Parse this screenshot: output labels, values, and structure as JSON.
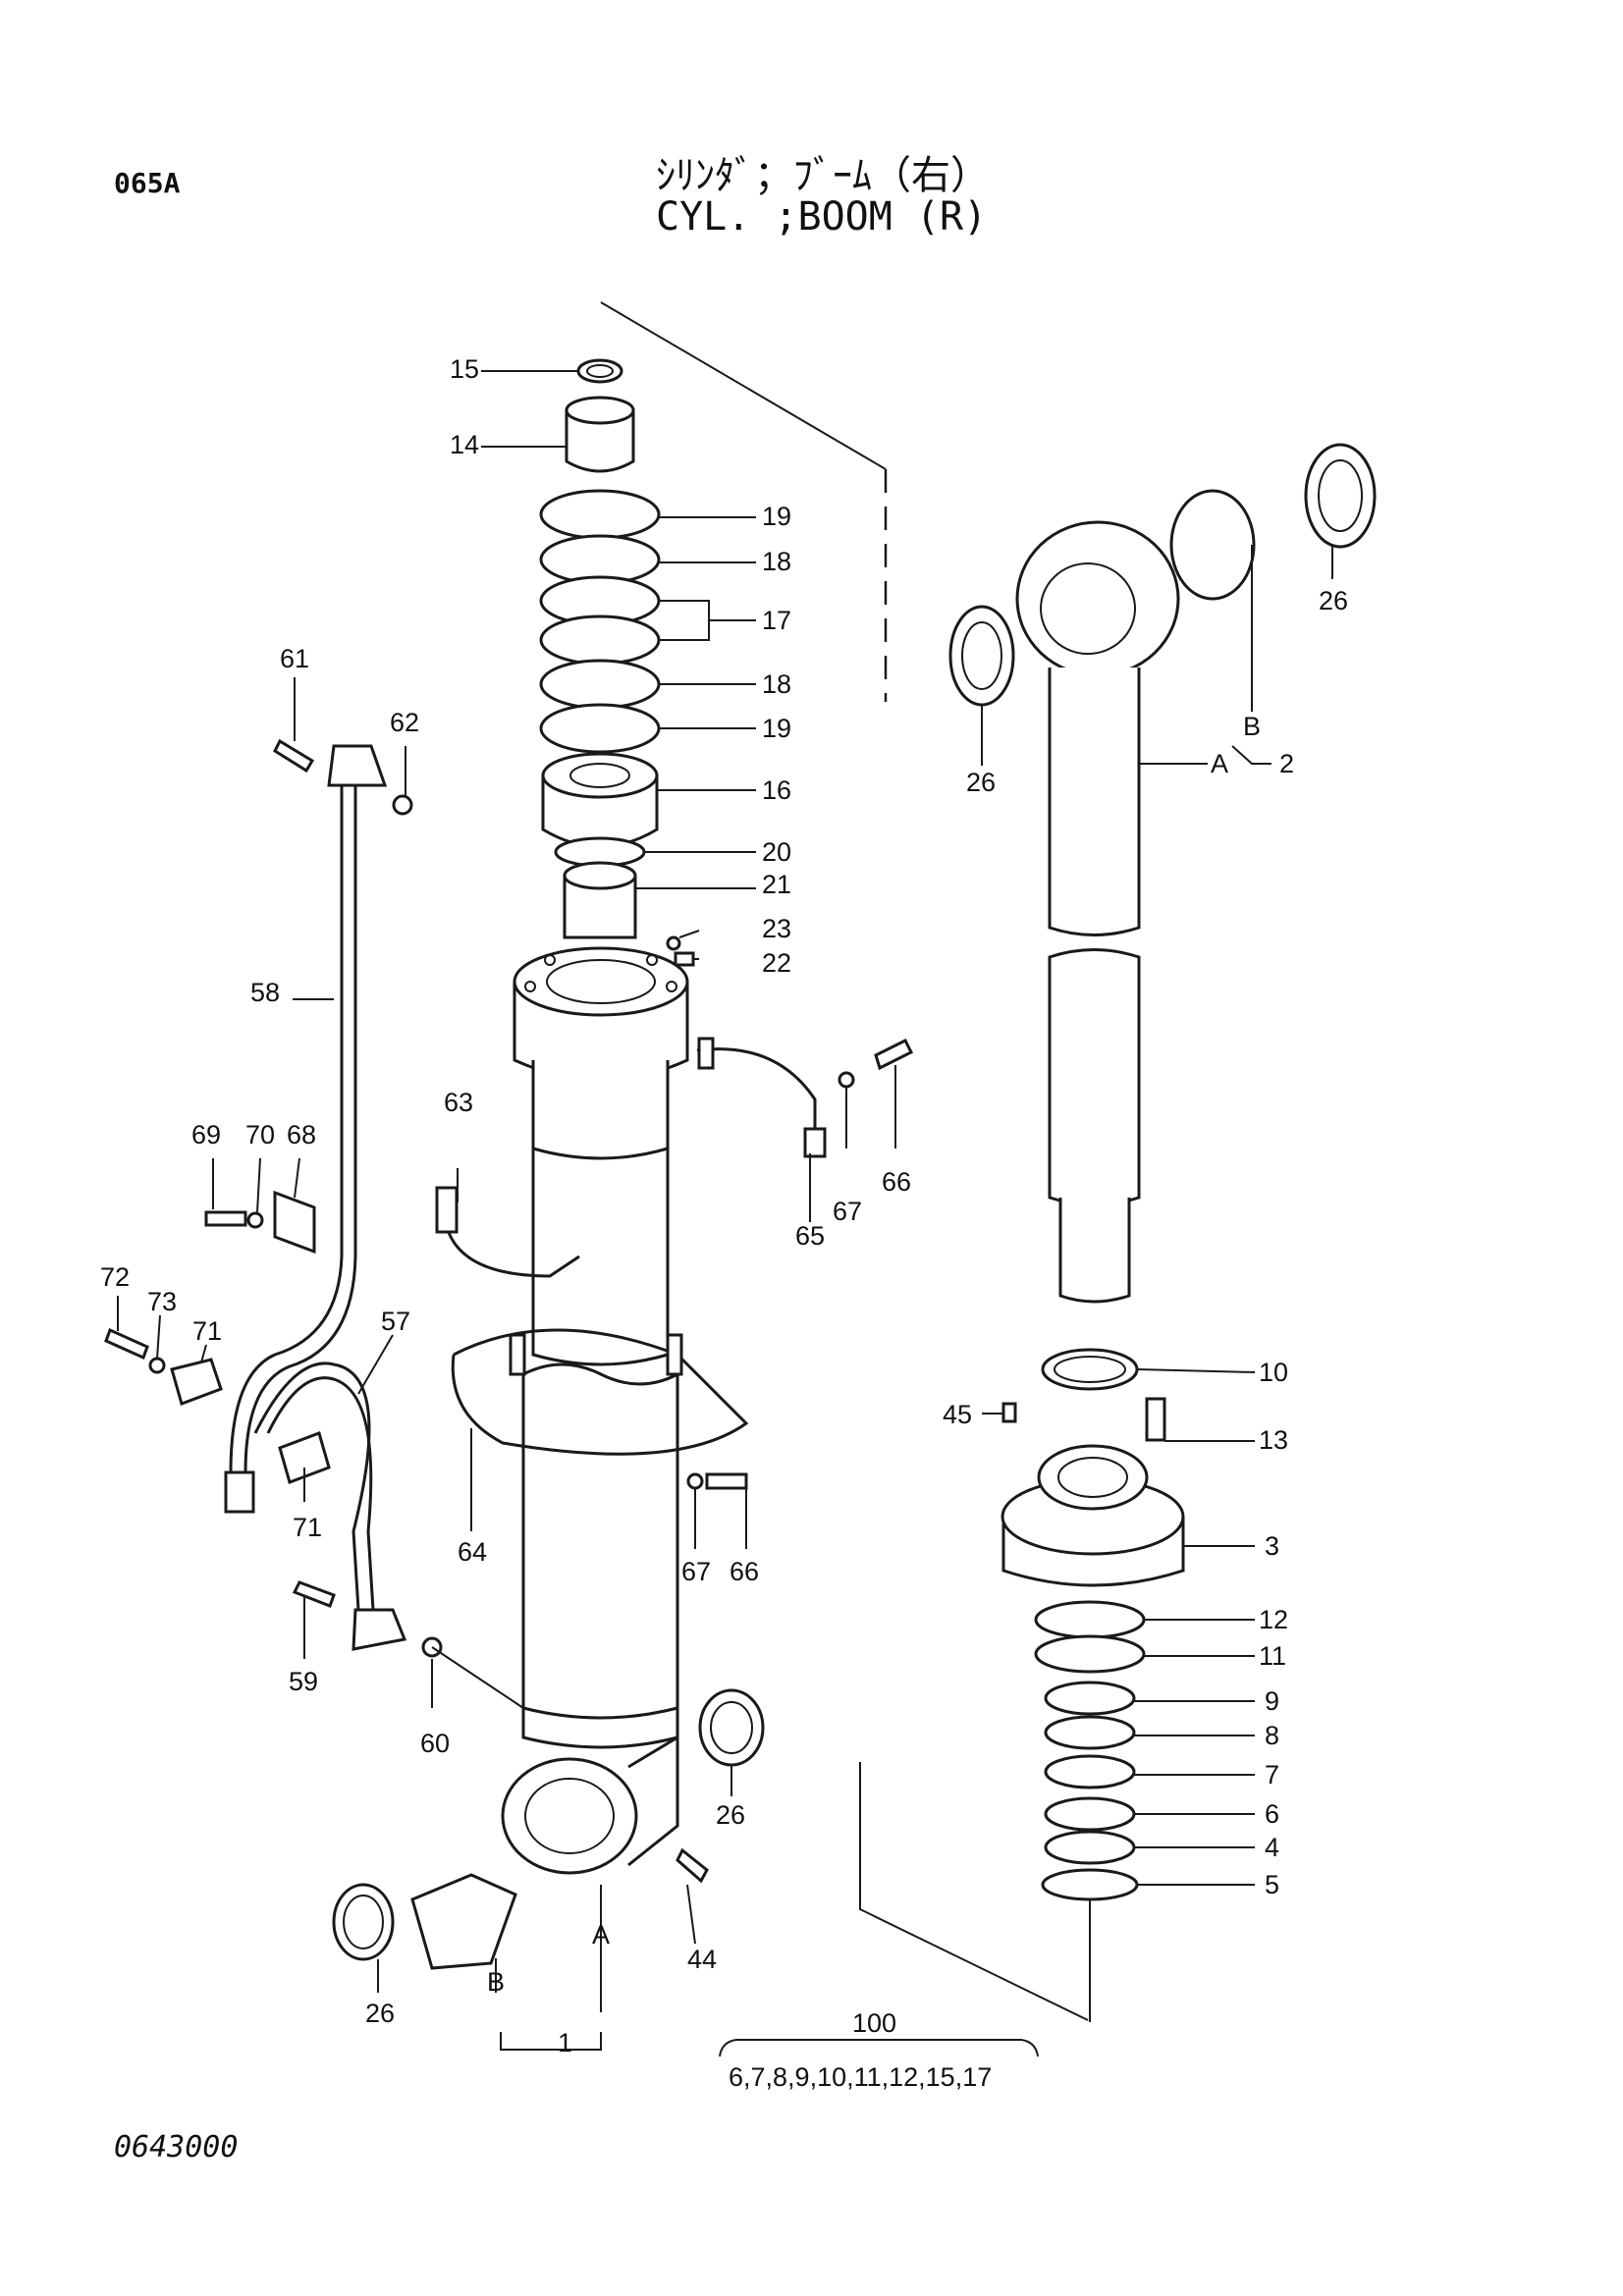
{
  "header": {
    "page_code": "065A",
    "title_jp": "ｼﾘﾝﾀﾞ；ﾌﾞｰﾑ（右）",
    "title_en": "CYL. ;BOOM (R)"
  },
  "footer": {
    "drawing_number": "0643000"
  },
  "callouts": {
    "p15": "15",
    "p14": "14",
    "p19a": "19",
    "p18a": "18",
    "p17": "17",
    "p18b": "18",
    "p19b": "19",
    "p16": "16",
    "p20": "20",
    "p21": "21",
    "p23": "23",
    "p22": "22",
    "p61": "61",
    "p62": "62",
    "p58": "58",
    "p63": "63",
    "p69": "69",
    "p70": "70",
    "p68": "68",
    "p72": "72",
    "p73": "73",
    "p71a": "71",
    "p57": "57",
    "p71b": "71",
    "p64": "64",
    "p59": "59",
    "p60": "60",
    "p65": "65",
    "p67a": "67",
    "p66a": "66",
    "p67b": "67",
    "p66b": "66",
    "p26a": "26",
    "p26b": "26",
    "p26c": "26",
    "p26d": "26",
    "pBtop": "B",
    "pAtop": "A",
    "p2": "2",
    "p10": "10",
    "p45": "45",
    "p13": "13",
    "p3": "3",
    "p12": "12",
    "p11": "11",
    "p9": "9",
    "p8": "8",
    "p7": "7",
    "p6": "6",
    "p4": "4",
    "p5": "5",
    "p44": "44",
    "pAbot": "A",
    "pBbot": "B",
    "p1": "1"
  },
  "kit": {
    "number": "100",
    "contents": "6,7,8,9,10,11,12,15,17"
  }
}
